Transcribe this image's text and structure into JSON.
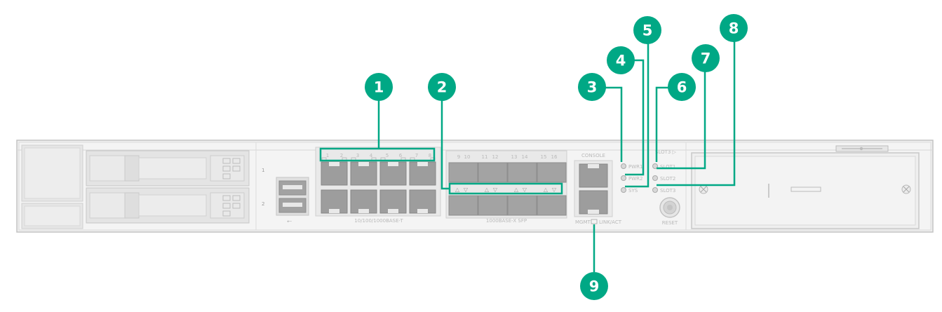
{
  "callouts": [
    "1",
    "2",
    "3",
    "4",
    "5",
    "6",
    "7",
    "8",
    "9"
  ],
  "panel": {
    "rj45_group_label": "10/100/1000BASE-T",
    "sfp_group_label": "1000BASE-X SFP",
    "console_label": "CONSOLE",
    "mgmt_label": "MGMT",
    "link_act_label": "LINK/ACT",
    "reset_label": "RESET",
    "port_numbers_top": [
      "1",
      "2",
      "3",
      "4",
      "5",
      "6",
      "7",
      "8",
      "9",
      "10",
      "11",
      "12",
      "13",
      "14",
      "15",
      "16"
    ],
    "leds": {
      "pwr1": "PWR1",
      "pwr2": "PWR2",
      "sys": "SYS",
      "slot1": "SLOT1",
      "slot2": "SLOT2",
      "slot3": "SLOT3",
      "slot3_arrow": "SLOT3 ▷"
    },
    "disk_bay_numbers": [
      "1",
      "2"
    ]
  },
  "colors": {
    "callout": "#00a885",
    "chassis": "#f2f2f2",
    "chassis_edge": "#c8c8c8",
    "port": "#9d9d9d",
    "port_dark": "#8a8a8a",
    "led": "#d8d8d8"
  }
}
